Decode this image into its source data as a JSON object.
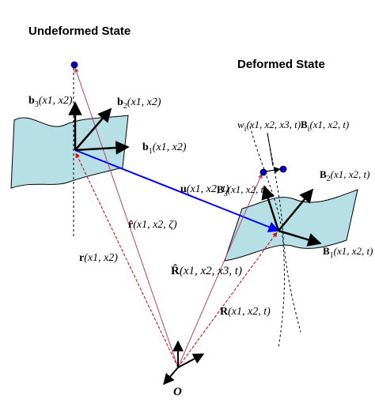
{
  "titles": {
    "undeformed": "Undeformed State",
    "deformed": "Deformed State"
  },
  "labels": {
    "b3": {
      "vec": "b",
      "sub": "3",
      "args": "(x1, x2)"
    },
    "b2": {
      "vec": "b",
      "sub": "2",
      "args": "(x1, x2)"
    },
    "b1": {
      "vec": "b",
      "sub": "1",
      "args": "(x1, x2)"
    },
    "u": {
      "vec": "u",
      "args": "(x1, x2, t)"
    },
    "r_hat": {
      "vec": "r̂",
      "args": "(x1, x2, ζ)"
    },
    "r": {
      "vec": "r",
      "args": "(x1, x2)"
    },
    "R_hat": {
      "vec": "R̂",
      "args": "(x1, x2, x3, t)"
    },
    "R": {
      "vec": "R",
      "args": "(x1, x2, t)"
    },
    "w": {
      "vec": "w",
      "sub": "i",
      "args": "(x1, x2, x3, t)"
    },
    "B_i": {
      "vec": "B",
      "sub": "i",
      "args": "(x1, x2, t)"
    },
    "B3": {
      "vec": "B",
      "sub": "3",
      "args": "(x1, x2, t)"
    },
    "B2": {
      "vec": "B",
      "sub": "2",
      "args": "(x1, x2, t)"
    },
    "B1": {
      "vec": "B",
      "sub": "1",
      "args": "(x1, x2, t)"
    },
    "origin": "O"
  },
  "colors": {
    "surface_fill": "#b7e0e6",
    "surface_stroke": "#000000",
    "u_vector": "#0000ff",
    "position_vectors": "#ff0000",
    "dot": "#0000cc"
  }
}
